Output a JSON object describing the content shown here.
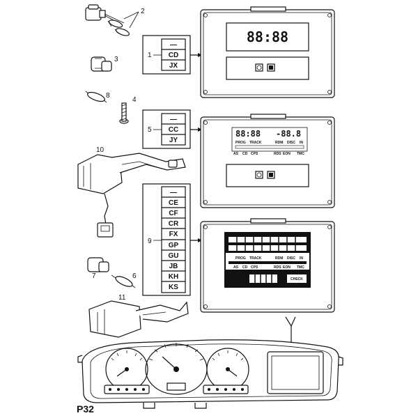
{
  "page_id": "P32",
  "callouts": [
    "1",
    "2",
    "3",
    "4",
    "5",
    "6",
    "7",
    "8",
    "9",
    "10",
    "11"
  ],
  "groups": {
    "group1": {
      "label": "1",
      "codes": [
        "—",
        "CD",
        "JX"
      ]
    },
    "group5": {
      "label": "5",
      "codes": [
        "—",
        "CC",
        "JY"
      ]
    },
    "group9": {
      "label": "9",
      "codes": [
        "—",
        "CE",
        "CF",
        "CR",
        "FX",
        "GP",
        "GU",
        "JB",
        "KH",
        "KS"
      ]
    }
  },
  "display1": {
    "clock": "88:88"
  },
  "display2": {
    "clock": "88:88",
    "temp": "-88.8",
    "top_labels": [
      "PROG",
      "TRACK",
      "RDM",
      "DISC",
      "IN"
    ],
    "bottom_labels": [
      "AS",
      "CD",
      "CPS",
      "RDS",
      "EON",
      "TMC"
    ]
  },
  "display3": {
    "top_labels": [
      "PROG",
      "TRACK",
      "RDM",
      "DISC",
      "IN"
    ],
    "bottom_labels": [
      "AS",
      "CD",
      "CPS",
      "RDS",
      "EON",
      "TMC"
    ],
    "check": "CHECK"
  }
}
